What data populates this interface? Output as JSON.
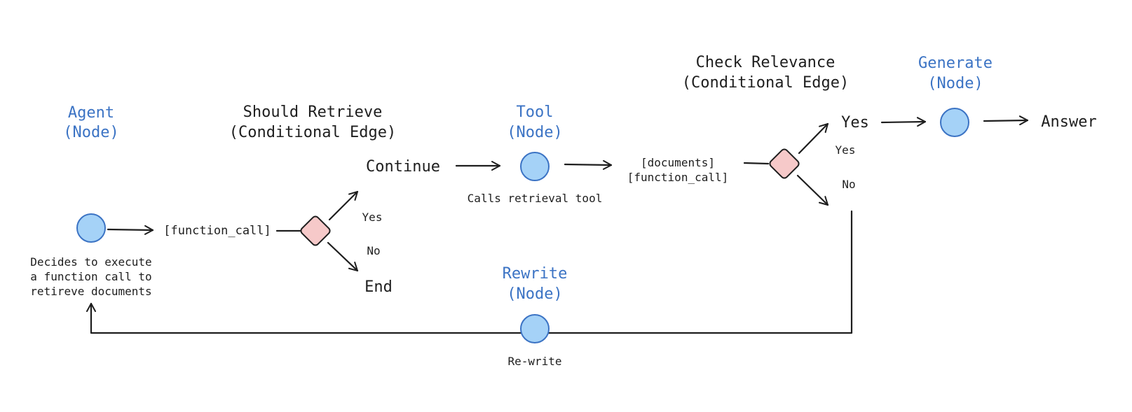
{
  "nodes": {
    "agent": {
      "title": "Agent",
      "subtitle": "(Node)",
      "description": [
        "Decides to execute",
        "a function call to",
        "retireve documents"
      ]
    },
    "tool": {
      "title": "Tool",
      "subtitle": "(Node)",
      "description": "Calls retrieval tool"
    },
    "rewrite": {
      "title": "Rewrite",
      "subtitle": "(Node)",
      "description": "Re-write"
    },
    "generate": {
      "title": "Generate",
      "subtitle": "(Node)"
    }
  },
  "edges": {
    "should_retrieve": {
      "title": "Should Retrieve",
      "subtitle": "(Conditional Edge)",
      "yes": "Yes",
      "no": "No"
    },
    "check_relevance": {
      "title": "Check Relevance",
      "subtitle": "(Conditional Edge)",
      "yes": "Yes",
      "no": "No"
    }
  },
  "labels": {
    "function_call": "[function_call]",
    "continue": "Continue",
    "end": "End",
    "documents": "[documents]",
    "function_call_2": "[function_call]",
    "yes_outcome": "Yes",
    "answer": "Answer"
  },
  "colors": {
    "node_fill": "#a5d2f7",
    "node_stroke": "#3b73c4",
    "diamond_fill": "#f6c9c9",
    "node_title": "#3b73c4",
    "ink": "#1e1e1e"
  }
}
